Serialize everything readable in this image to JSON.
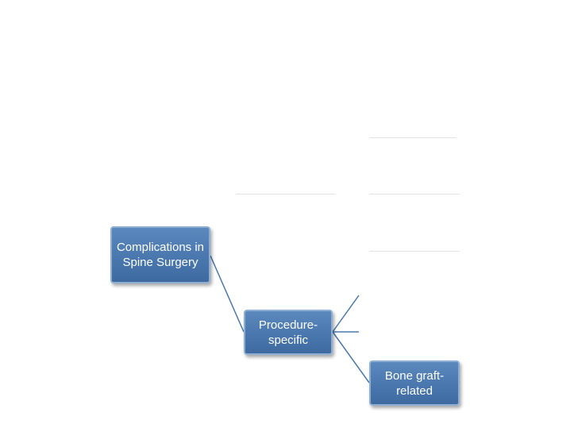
{
  "diagram": {
    "root": {
      "label": "Complications in Spine Surgery"
    },
    "child": {
      "label": "Procedure-specific"
    },
    "grandchild": {
      "label": "Bone graft-related"
    }
  }
}
